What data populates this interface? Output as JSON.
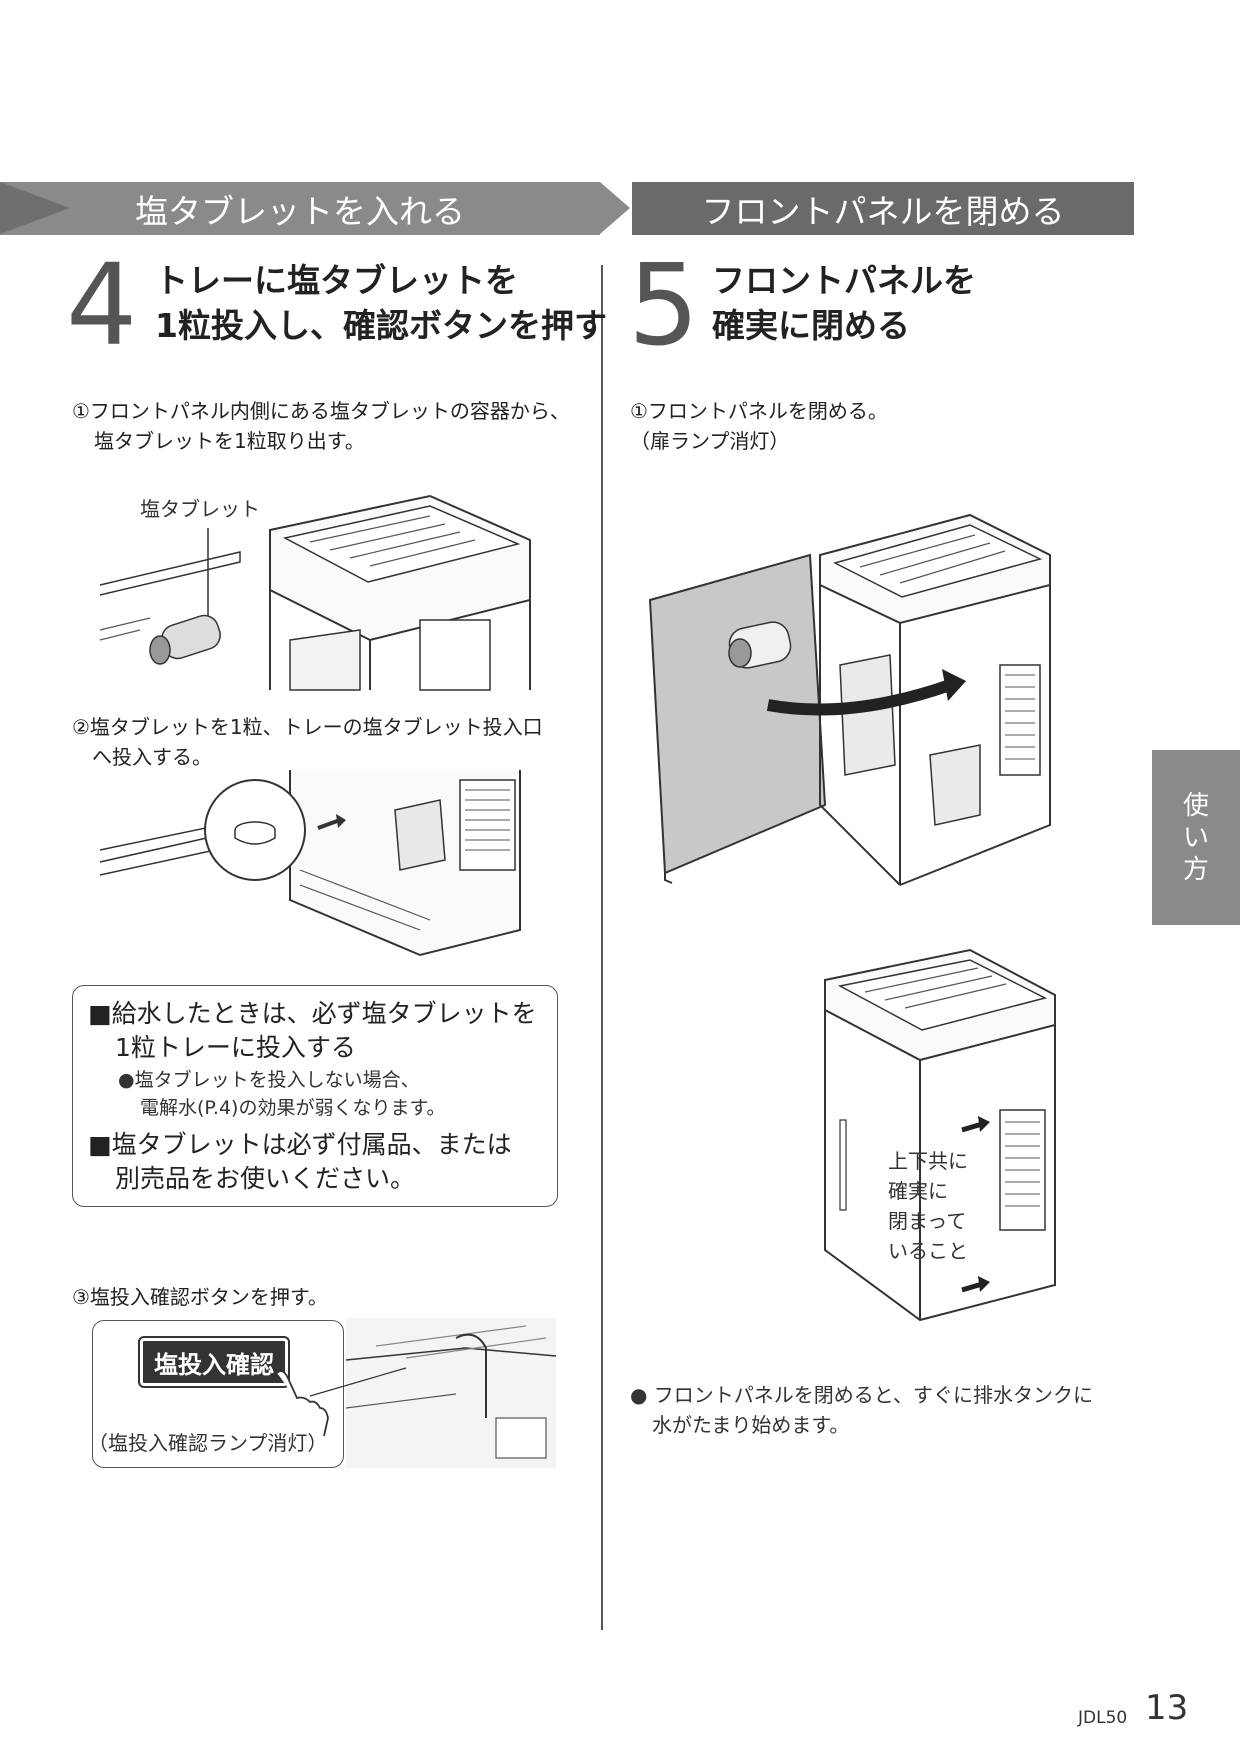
{
  "sections": {
    "left_title": "塩タブレットを入れる",
    "right_title": "フロントパネルを閉める"
  },
  "step4": {
    "number": "4",
    "heading_line1": "トレーに塩タブレットを",
    "heading_line2": "1粒投入し、確認ボタンを押す",
    "sub1_line1": "①フロントパネル内側にある塩タブレットの容器から、",
    "sub1_line2": "塩タブレットを1粒取り出す。",
    "callout_tablet": "塩タブレット",
    "sub2_line1": "②塩タブレットを1粒、トレーの塩タブレット投入口",
    "sub2_line2": "へ投入する。",
    "sub3": "③塩投入確認ボタンを押す。",
    "button_label": "塩投入確認",
    "lamp_note": "（塩投入確認ランプ消灯）"
  },
  "notes": {
    "note1_line1": "■給水したときは、必ず塩タブレットを",
    "note1_line2": "1粒トレーに投入する",
    "note1_sub_line1": "●塩タブレットを投入しない場合、",
    "note1_sub_line2": "電解水(P.4)の効果が弱くなります。",
    "note2_line1": "■塩タブレットは必ず付属品、または",
    "note2_line2": "別売品をお使いください。"
  },
  "step5": {
    "number": "5",
    "heading_line1": "フロントパネルを",
    "heading_line2": "確実に閉める",
    "sub1": "①フロントパネルを閉める。",
    "sub1_note": "（扉ランプ消灯）",
    "callout_line1": "上下共に",
    "callout_line2": "確実に",
    "callout_line3": "閉まって",
    "callout_line4": "いること",
    "bullet_line1": "● フロントパネルを閉めると、すぐに排水タンクに",
    "bullet_line2": "水がたまり始めます。"
  },
  "side_tab": {
    "line1": "使",
    "line2": "い",
    "line3": "方"
  },
  "footer": {
    "model": "JDL50",
    "page": "13"
  }
}
